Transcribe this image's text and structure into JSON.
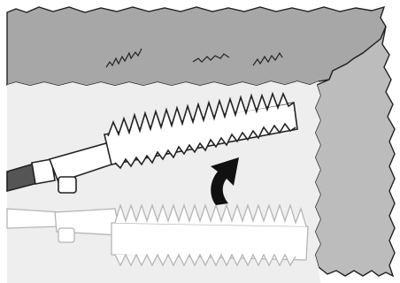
{
  "illustration": {
    "colors": {
      "background": "#ffffff",
      "hedge_fill": "#a7a7a7",
      "hedge_shadow_fill": "#bcbcbc",
      "ground_fill": "#eeeeee",
      "outline": "#222222",
      "ghost_outline": "#b5b5b5",
      "arrow": "#111111"
    },
    "elements": [
      "hedge-top-surface",
      "hedge-side-face",
      "hedge-trimmer-raised",
      "hedge-trimmer-lowered-ghost",
      "raise-arrow-icon"
    ]
  }
}
